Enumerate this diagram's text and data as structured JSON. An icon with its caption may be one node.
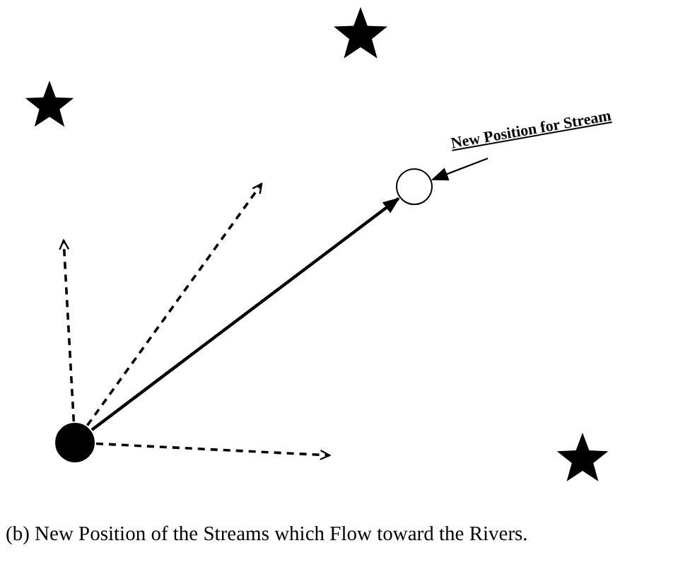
{
  "diagram": {
    "caption": "(b) New Position of the Streams which Flow toward the Rivers.",
    "nodes": [
      {
        "text": [],
        "shape": "circle"
      },
      {
        "text": [],
        "shape": "circle"
      },
      {
        "text": [
          "New Position for Stream"
        ]
      }
    ],
    "edges": [
      {
        "from": 0,
        "to": null,
        "arrow": "to",
        "style": "dashed"
      },
      {
        "from": 0,
        "to": null,
        "arrow": "to",
        "style": "dashed"
      },
      {
        "from": 0,
        "to": null,
        "arrow": "to",
        "style": "dashed"
      },
      {
        "from": 0,
        "to": 1,
        "arrow": "to"
      },
      {
        "from": 2,
        "to": 1,
        "arrow": "to"
      }
    ]
  }
}
